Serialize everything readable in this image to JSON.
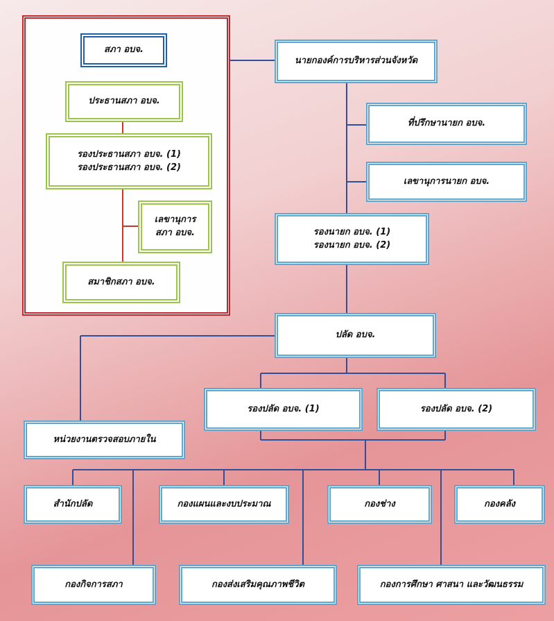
{
  "council": {
    "title": "สภา อบจ.",
    "chairman": "ประธานสภา อบจ.",
    "vice_chairman_1": "รองประธานสภา อบจ. (1)",
    "vice_chairman_2": "รองประธานสภา อบจ. (2)",
    "secretary_line1": "เลขานุการ",
    "secretary_line2": "สภา อบจ.",
    "members": "สมาชิกสภา อบจ."
  },
  "executive": {
    "mayor": "นายกองค์การบริหารส่วนจังหวัด",
    "advisor": "ที่ปรึกษานายก อบจ.",
    "secretary": "เลขานุการนายก อบจ.",
    "deputy_1": "รองนายก อบจ. (1)",
    "deputy_2": "รองนายก อบจ. (2)"
  },
  "administration": {
    "permanent_secretary": "ปลัด อบจ.",
    "deputy_ps_1": "รองปลัด อบจ. (1)",
    "deputy_ps_2": "รองปลัด อบจ. (2)",
    "internal_audit": "หน่วยงานตรวจสอบภายใน"
  },
  "divisions": {
    "office_ps": "สำนักปลัด",
    "plan_budget": "กองแผนและงบประมาณ",
    "engineering": "กองช่าง",
    "finance": "กองคลัง",
    "council_affairs": "กองกิจการสภา",
    "quality_of_life": "กองส่งเสริมคุณภาพชีวิต",
    "education": "กองการศึกษา ศาสนา และวัฒนธรรม"
  },
  "colors": {
    "connector": "#2f4f9c",
    "council_connector": "#c0392b",
    "box_border_blue": "#5ea7d3",
    "box_border_green": "#9bc547",
    "outer_border": "#c7232a"
  }
}
